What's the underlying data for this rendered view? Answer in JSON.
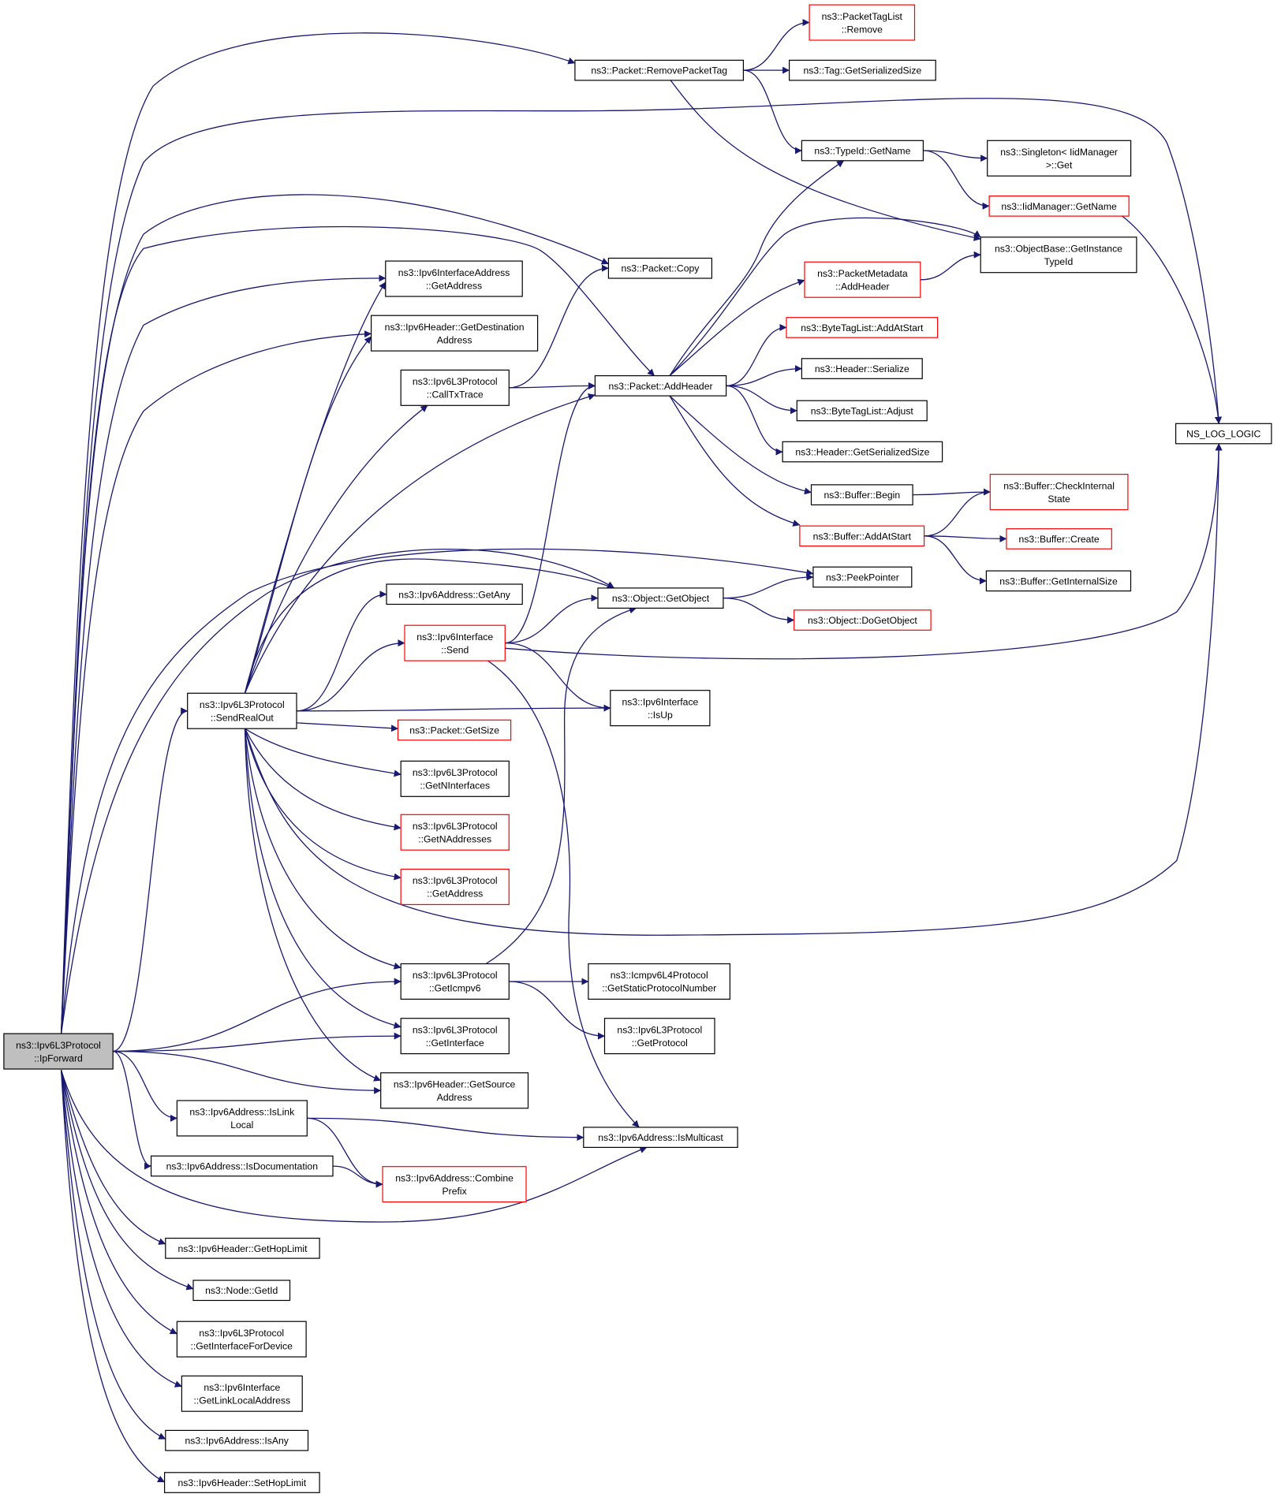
{
  "diagram": {
    "colors": {
      "edge": "#191970",
      "node_border": "#000000",
      "truncated_border": "#ff0000",
      "root_fill": "#bfbfbf",
      "node_fill": "#ffffff"
    },
    "nodes": [
      {
        "id": "ipforward",
        "lines": [
          "ns3::Ipv6L3Protocol",
          "::IpForward"
        ],
        "style": "root"
      },
      {
        "id": "removePacketTag",
        "lines": [
          "ns3::Packet::RemovePacketTag"
        ],
        "style": "normal"
      },
      {
        "id": "packetTagListRemove",
        "lines": [
          "ns3::PacketTagList",
          "::Remove"
        ],
        "style": "truncated"
      },
      {
        "id": "tagGetSerializedSize",
        "lines": [
          "ns3::Tag::GetSerializedSize"
        ],
        "style": "normal"
      },
      {
        "id": "typeIdGetName",
        "lines": [
          "ns3::TypeId::GetName"
        ],
        "style": "normal"
      },
      {
        "id": "singletonGet",
        "lines": [
          "ns3::Singleton< IidManager",
          ">::Get"
        ],
        "style": "normal"
      },
      {
        "id": "iidManagerGetName",
        "lines": [
          "ns3::IidManager::GetName"
        ],
        "style": "truncated"
      },
      {
        "id": "objectBaseGetInstance",
        "lines": [
          "ns3::ObjectBase::GetInstance",
          "TypeId"
        ],
        "style": "normal"
      },
      {
        "id": "nsLogLogic",
        "lines": [
          "NS_LOG_LOGIC"
        ],
        "style": "normal"
      },
      {
        "id": "packetCopy",
        "lines": [
          "ns3::Packet::Copy"
        ],
        "style": "normal"
      },
      {
        "id": "ifaceAddrGetAddress",
        "lines": [
          "ns3::Ipv6InterfaceAddress",
          "::GetAddress"
        ],
        "style": "normal"
      },
      {
        "id": "hdrGetDestination",
        "lines": [
          "ns3::Ipv6Header::GetDestination",
          "Address"
        ],
        "style": "normal"
      },
      {
        "id": "callTxTrace",
        "lines": [
          "ns3::Ipv6L3Protocol",
          "::CallTxTrace"
        ],
        "style": "normal"
      },
      {
        "id": "packetAddHeader",
        "lines": [
          "ns3::Packet::AddHeader"
        ],
        "style": "normal"
      },
      {
        "id": "pktMetaAddHeader",
        "lines": [
          "ns3::PacketMetadata",
          "::AddHeader"
        ],
        "style": "truncated"
      },
      {
        "id": "byteTagAddAtStart",
        "lines": [
          "ns3::ByteTagList::AddAtStart"
        ],
        "style": "truncated"
      },
      {
        "id": "headerSerialize",
        "lines": [
          "ns3::Header::Serialize"
        ],
        "style": "normal"
      },
      {
        "id": "byteTagAdjust",
        "lines": [
          "ns3::ByteTagList::Adjust"
        ],
        "style": "normal"
      },
      {
        "id": "headerGetSerializedSize",
        "lines": [
          "ns3::Header::GetSerializedSize"
        ],
        "style": "normal"
      },
      {
        "id": "bufferBegin",
        "lines": [
          "ns3::Buffer::Begin"
        ],
        "style": "normal"
      },
      {
        "id": "bufferCheckInternal",
        "lines": [
          "ns3::Buffer::CheckInternal",
          "State"
        ],
        "style": "truncated"
      },
      {
        "id": "bufferAddAtStart",
        "lines": [
          "ns3::Buffer::AddAtStart"
        ],
        "style": "truncated"
      },
      {
        "id": "bufferCreate",
        "lines": [
          "ns3::Buffer::Create"
        ],
        "style": "truncated"
      },
      {
        "id": "bufferGetInternalSize",
        "lines": [
          "ns3::Buffer::GetInternalSize"
        ],
        "style": "normal"
      },
      {
        "id": "peekPointer",
        "lines": [
          "ns3::PeekPointer"
        ],
        "style": "normal"
      },
      {
        "id": "addrGetAny",
        "lines": [
          "ns3::Ipv6Address::GetAny"
        ],
        "style": "normal"
      },
      {
        "id": "objectGetObject",
        "lines": [
          "ns3::Object::GetObject"
        ],
        "style": "normal"
      },
      {
        "id": "objectDoGetObject",
        "lines": [
          "ns3::Object::DoGetObject"
        ],
        "style": "truncated"
      },
      {
        "id": "ifaceSend",
        "lines": [
          "ns3::Ipv6Interface",
          "::Send"
        ],
        "style": "truncated"
      },
      {
        "id": "sendRealOut",
        "lines": [
          "ns3::Ipv6L3Protocol",
          "::SendRealOut"
        ],
        "style": "normal"
      },
      {
        "id": "ifaceIsUp",
        "lines": [
          "ns3::Ipv6Interface",
          "::IsUp"
        ],
        "style": "normal"
      },
      {
        "id": "packetGetSize",
        "lines": [
          "ns3::Packet::GetSize"
        ],
        "style": "truncated"
      },
      {
        "id": "getNInterfaces",
        "lines": [
          "ns3::Ipv6L3Protocol",
          "::GetNInterfaces"
        ],
        "style": "normal"
      },
      {
        "id": "getNAddresses",
        "lines": [
          "ns3::Ipv6L3Protocol",
          "::GetNAddresses"
        ],
        "style": "truncated"
      },
      {
        "id": "l3GetAddress",
        "lines": [
          "ns3::Ipv6L3Protocol",
          "::GetAddress"
        ],
        "style": "truncated"
      },
      {
        "id": "getIcmpv6",
        "lines": [
          "ns3::Ipv6L3Protocol",
          "::GetIcmpv6"
        ],
        "style": "normal"
      },
      {
        "id": "icmpStaticProto",
        "lines": [
          "ns3::Icmpv6L4Protocol",
          "::GetStaticProtocolNumber"
        ],
        "style": "normal"
      },
      {
        "id": "getProtocol",
        "lines": [
          "ns3::Ipv6L3Protocol",
          "::GetProtocol"
        ],
        "style": "normal"
      },
      {
        "id": "getInterface",
        "lines": [
          "ns3::Ipv6L3Protocol",
          "::GetInterface"
        ],
        "style": "normal"
      },
      {
        "id": "hdrGetSource",
        "lines": [
          "ns3::Ipv6Header::GetSource",
          "Address"
        ],
        "style": "normal"
      },
      {
        "id": "addrIsLinkLocal",
        "lines": [
          "ns3::Ipv6Address::IsLink",
          "Local"
        ],
        "style": "normal"
      },
      {
        "id": "addrIsMulticast",
        "lines": [
          "ns3::Ipv6Address::IsMulticast"
        ],
        "style": "normal"
      },
      {
        "id": "addrIsDocumentation",
        "lines": [
          "ns3::Ipv6Address::IsDocumentation"
        ],
        "style": "normal"
      },
      {
        "id": "addrCombinePrefix",
        "lines": [
          "ns3::Ipv6Address::Combine",
          "Prefix"
        ],
        "style": "truncated"
      },
      {
        "id": "hdrGetHopLimit",
        "lines": [
          "ns3::Ipv6Header::GetHopLimit"
        ],
        "style": "normal"
      },
      {
        "id": "nodeGetId",
        "lines": [
          "ns3::Node::GetId"
        ],
        "style": "normal"
      },
      {
        "id": "getInterfaceForDevice",
        "lines": [
          "ns3::Ipv6L3Protocol",
          "::GetInterfaceForDevice"
        ],
        "style": "normal"
      },
      {
        "id": "ifaceGetLinkLocal",
        "lines": [
          "ns3::Ipv6Interface",
          "::GetLinkLocalAddress"
        ],
        "style": "normal"
      },
      {
        "id": "addrIsAny",
        "lines": [
          "ns3::Ipv6Address::IsAny"
        ],
        "style": "normal"
      },
      {
        "id": "hdrSetHopLimit",
        "lines": [
          "ns3::Ipv6Header::SetHopLimit"
        ],
        "style": "normal"
      }
    ],
    "edges": [
      [
        "ipforward",
        "removePacketTag"
      ],
      [
        "ipforward",
        "nsLogLogic"
      ],
      [
        "ipforward",
        "packetCopy"
      ],
      [
        "ipforward",
        "ifaceAddrGetAddress"
      ],
      [
        "ipforward",
        "hdrGetDestination"
      ],
      [
        "ipforward",
        "packetAddHeader"
      ],
      [
        "ipforward",
        "peekPointer"
      ],
      [
        "ipforward",
        "objectGetObject"
      ],
      [
        "ipforward",
        "sendRealOut"
      ],
      [
        "ipforward",
        "getIcmpv6"
      ],
      [
        "ipforward",
        "getInterface"
      ],
      [
        "ipforward",
        "hdrGetSource"
      ],
      [
        "ipforward",
        "addrIsLinkLocal"
      ],
      [
        "ipforward",
        "addrIsDocumentation"
      ],
      [
        "ipforward",
        "addrIsMulticast"
      ],
      [
        "ipforward",
        "hdrGetHopLimit"
      ],
      [
        "ipforward",
        "nodeGetId"
      ],
      [
        "ipforward",
        "getInterfaceForDevice"
      ],
      [
        "ipforward",
        "ifaceGetLinkLocal"
      ],
      [
        "ipforward",
        "addrIsAny"
      ],
      [
        "ipforward",
        "hdrSetHopLimit"
      ],
      [
        "removePacketTag",
        "packetTagListRemove"
      ],
      [
        "removePacketTag",
        "tagGetSerializedSize"
      ],
      [
        "removePacketTag",
        "typeIdGetName"
      ],
      [
        "removePacketTag",
        "objectBaseGetInstance"
      ],
      [
        "typeIdGetName",
        "singletonGet"
      ],
      [
        "typeIdGetName",
        "iidManagerGetName"
      ],
      [
        "iidManagerGetName",
        "nsLogLogic"
      ],
      [
        "packetAddHeader",
        "typeIdGetName"
      ],
      [
        "packetAddHeader",
        "objectBaseGetInstance"
      ],
      [
        "packetAddHeader",
        "pktMetaAddHeader"
      ],
      [
        "packetAddHeader",
        "byteTagAddAtStart"
      ],
      [
        "packetAddHeader",
        "headerSerialize"
      ],
      [
        "packetAddHeader",
        "byteTagAdjust"
      ],
      [
        "packetAddHeader",
        "headerGetSerializedSize"
      ],
      [
        "packetAddHeader",
        "bufferBegin"
      ],
      [
        "packetAddHeader",
        "bufferAddAtStart"
      ],
      [
        "pktMetaAddHeader",
        "objectBaseGetInstance"
      ],
      [
        "bufferBegin",
        "bufferCheckInternal"
      ],
      [
        "bufferAddAtStart",
        "bufferCheckInternal"
      ],
      [
        "bufferAddAtStart",
        "bufferCreate"
      ],
      [
        "bufferAddAtStart",
        "bufferGetInternalSize"
      ],
      [
        "callTxTrace",
        "packetCopy"
      ],
      [
        "callTxTrace",
        "packetAddHeader"
      ],
      [
        "objectGetObject",
        "peekPointer"
      ],
      [
        "objectGetObject",
        "objectDoGetObject"
      ],
      [
        "ifaceSend",
        "packetAddHeader"
      ],
      [
        "ifaceSend",
        "objectGetObject"
      ],
      [
        "ifaceSend",
        "nsLogLogic"
      ],
      [
        "ifaceSend",
        "ifaceIsUp"
      ],
      [
        "ifaceSend",
        "addrIsMulticast"
      ],
      [
        "sendRealOut",
        "ifaceAddrGetAddress"
      ],
      [
        "sendRealOut",
        "hdrGetDestination"
      ],
      [
        "sendRealOut",
        "callTxTrace"
      ],
      [
        "sendRealOut",
        "packetAddHeader"
      ],
      [
        "sendRealOut",
        "objectGetObject"
      ],
      [
        "sendRealOut",
        "addrGetAny"
      ],
      [
        "sendRealOut",
        "ifaceSend"
      ],
      [
        "sendRealOut",
        "ifaceIsUp"
      ],
      [
        "sendRealOut",
        "packetGetSize"
      ],
      [
        "sendRealOut",
        "getNInterfaces"
      ],
      [
        "sendRealOut",
        "getNAddresses"
      ],
      [
        "sendRealOut",
        "l3GetAddress"
      ],
      [
        "sendRealOut",
        "nsLogLogic"
      ],
      [
        "sendRealOut",
        "getIcmpv6"
      ],
      [
        "sendRealOut",
        "getInterface"
      ],
      [
        "sendRealOut",
        "hdrGetSource"
      ],
      [
        "getIcmpv6",
        "objectGetObject"
      ],
      [
        "getIcmpv6",
        "icmpStaticProto"
      ],
      [
        "getIcmpv6",
        "getProtocol"
      ],
      [
        "addrIsLinkLocal",
        "addrIsMulticast"
      ],
      [
        "addrIsLinkLocal",
        "addrCombinePrefix"
      ],
      [
        "addrIsDocumentation",
        "addrCombinePrefix"
      ]
    ]
  }
}
